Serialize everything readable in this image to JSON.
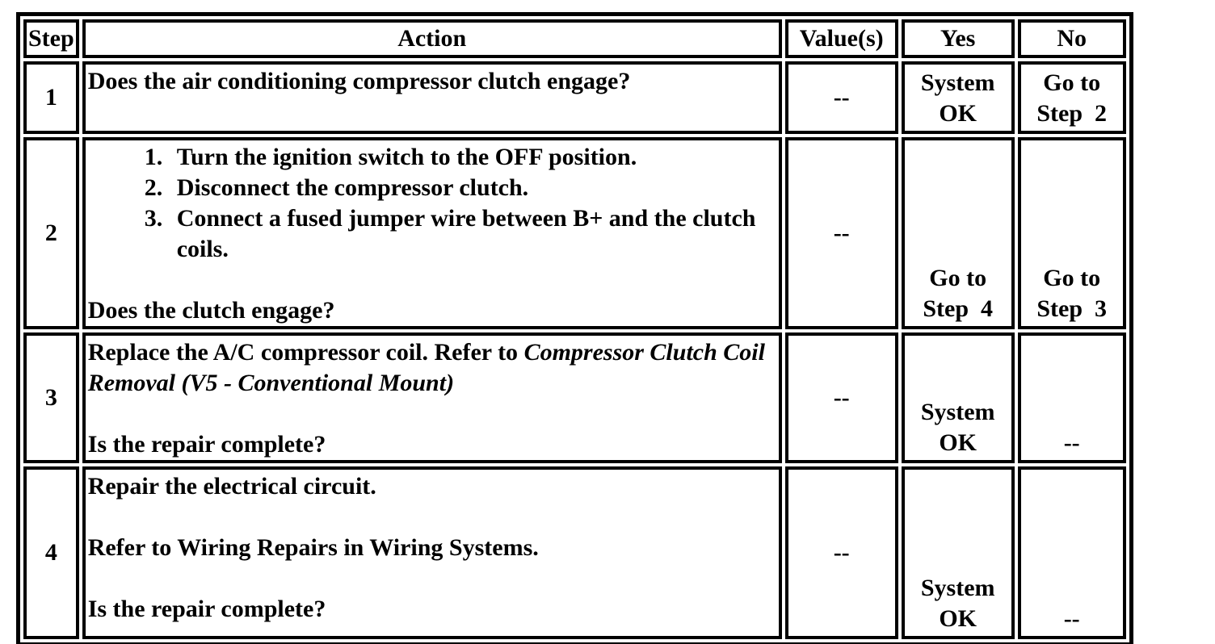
{
  "document": {
    "background_color": "#ffffff",
    "border_color": "#000000",
    "text_color": "#000000"
  },
  "table": {
    "columns": [
      {
        "key": "step",
        "label": "Step"
      },
      {
        "key": "action",
        "label": "Action"
      },
      {
        "key": "value",
        "label": "Value(s)"
      },
      {
        "key": "yes",
        "label": "Yes"
      },
      {
        "key": "no",
        "label": "No"
      }
    ],
    "rows": [
      {
        "step": "1",
        "action": {
          "question": "Does the air conditioning compressor clutch engage?"
        },
        "value": "--",
        "yes": "System OK",
        "no": "Go to Step  2"
      },
      {
        "step": "2",
        "action": {
          "list": [
            "Turn the ignition switch to the OFF position.",
            "Disconnect the compressor clutch.",
            "Connect a fused jumper wire between B+ and the clutch coils."
          ],
          "question": "Does the clutch engage?"
        },
        "value": "--",
        "yes": "Go to Step  4",
        "no": "Go to Step  3"
      },
      {
        "step": "3",
        "action": {
          "text": "Replace the A/C compressor coil. Refer to ",
          "reference": "Compressor Clutch Coil Removal (V5 - Conventional Mount)",
          "question": "Is the repair complete?"
        },
        "value": "--",
        "yes": "System OK",
        "no": "--"
      },
      {
        "step": "4",
        "action": {
          "text": "Repair the electrical circuit.",
          "text2": "Refer to Wiring Repairs in Wiring Systems.",
          "question": "Is the repair complete?"
        },
        "value": "--",
        "yes": "System OK",
        "no": "--"
      }
    ]
  }
}
